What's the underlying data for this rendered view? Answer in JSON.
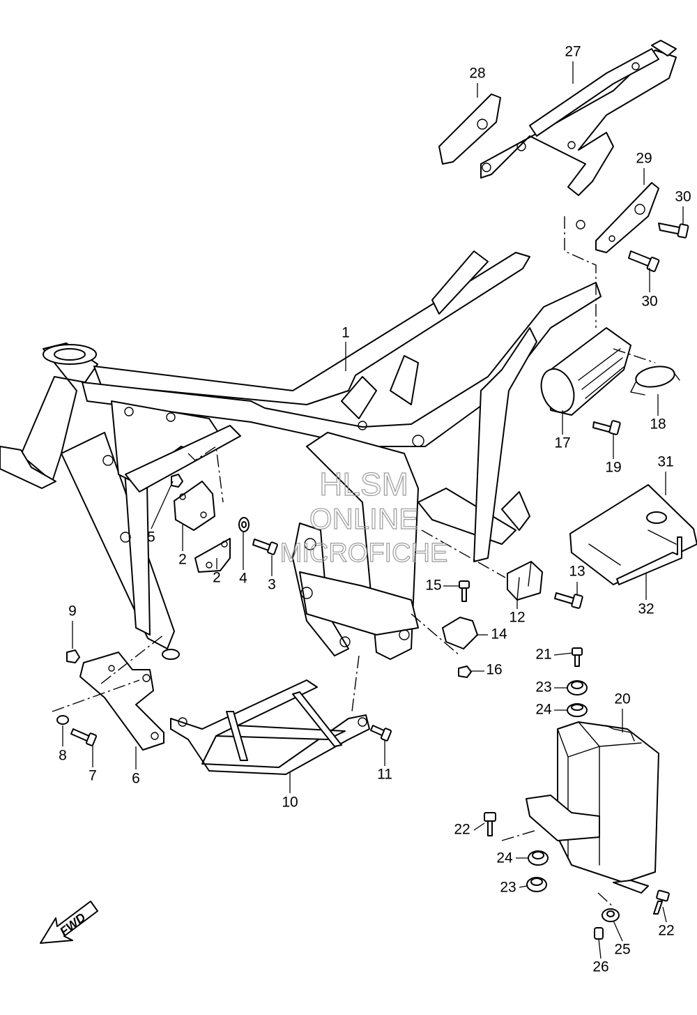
{
  "watermark": {
    "line1": "HLSM",
    "line2": "ONLINE",
    "line3": "MICROFICHE"
  },
  "direction_label": "FWD",
  "callouts": [
    {
      "id": "c1",
      "label": "1"
    },
    {
      "id": "c2a",
      "label": "2"
    },
    {
      "id": "c2b",
      "label": "2"
    },
    {
      "id": "c3",
      "label": "3"
    },
    {
      "id": "c4",
      "label": "4"
    },
    {
      "id": "c5",
      "label": "5"
    },
    {
      "id": "c6",
      "label": "6"
    },
    {
      "id": "c7",
      "label": "7"
    },
    {
      "id": "c8",
      "label": "8"
    },
    {
      "id": "c9",
      "label": "9"
    },
    {
      "id": "c10",
      "label": "10"
    },
    {
      "id": "c11",
      "label": "11"
    },
    {
      "id": "c12",
      "label": "12"
    },
    {
      "id": "c13",
      "label": "13"
    },
    {
      "id": "c14",
      "label": "14"
    },
    {
      "id": "c15",
      "label": "15"
    },
    {
      "id": "c16",
      "label": "16"
    },
    {
      "id": "c17",
      "label": "17"
    },
    {
      "id": "c18",
      "label": "18"
    },
    {
      "id": "c19",
      "label": "19"
    },
    {
      "id": "c20",
      "label": "20"
    },
    {
      "id": "c21",
      "label": "21"
    },
    {
      "id": "c22a",
      "label": "22"
    },
    {
      "id": "c22b",
      "label": "22"
    },
    {
      "id": "c23a",
      "label": "23"
    },
    {
      "id": "c23b",
      "label": "23"
    },
    {
      "id": "c24a",
      "label": "24"
    },
    {
      "id": "c24b",
      "label": "24"
    },
    {
      "id": "c25",
      "label": "25"
    },
    {
      "id": "c26",
      "label": "26"
    },
    {
      "id": "c27",
      "label": "27"
    },
    {
      "id": "c28",
      "label": "28"
    },
    {
      "id": "c29",
      "label": "29"
    },
    {
      "id": "c30a",
      "label": "30"
    },
    {
      "id": "c30b",
      "label": "30"
    },
    {
      "id": "c31",
      "label": "31"
    },
    {
      "id": "c32",
      "label": "32"
    }
  ]
}
